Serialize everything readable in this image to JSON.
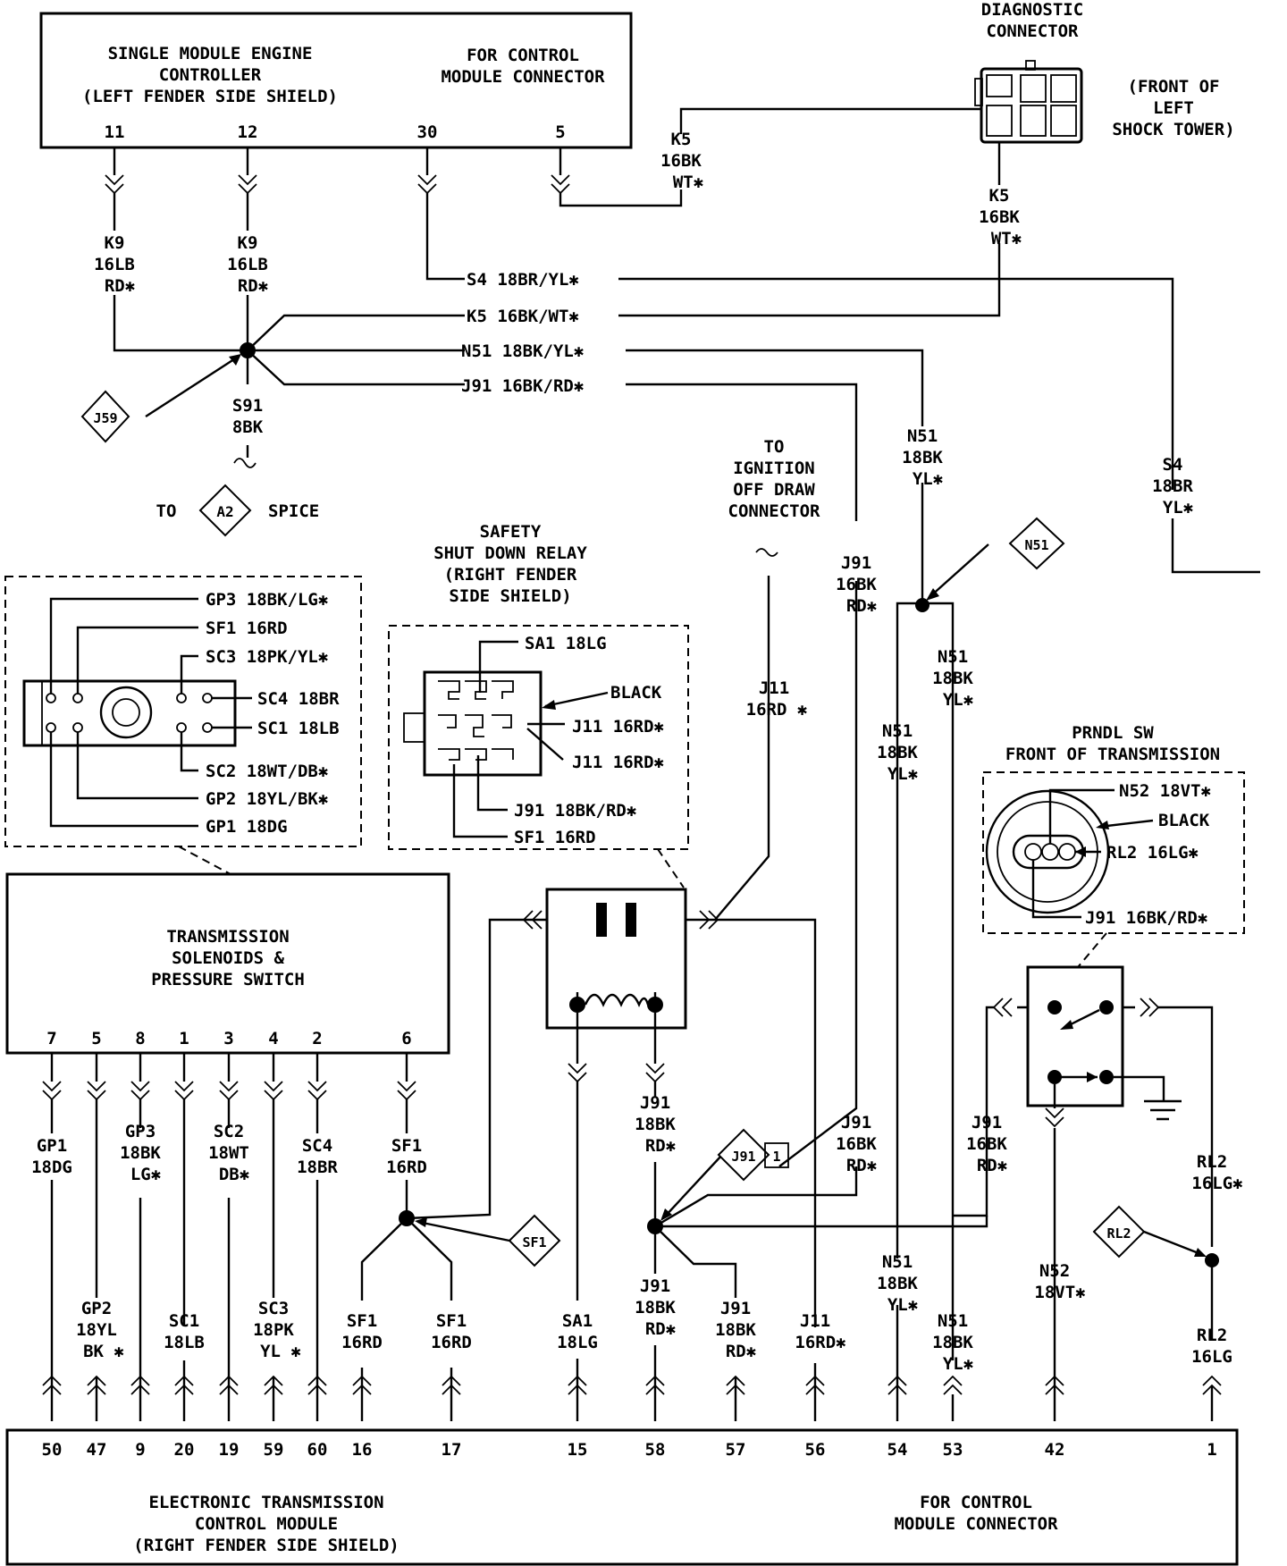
{
  "pcm": {
    "title": [
      "SINGLE MODULE ENGINE",
      "CONTROLLER",
      "(LEFT FENDER SIDE SHIELD)"
    ],
    "connector_label": [
      "FOR CONTROL",
      "MODULE CONNECTOR"
    ],
    "pins": [
      "11",
      "12",
      "30",
      "5"
    ]
  },
  "diag": {
    "title": [
      "DIAGNOSTIC",
      "CONNECTOR"
    ],
    "location": [
      "(FRONT OF",
      "LEFT",
      "SHOCK TOWER)"
    ]
  },
  "wires_top": {
    "k9_a": [
      "K9",
      "16LB",
      "RD✱"
    ],
    "k9_b": [
      "K9",
      "16LB",
      "RD✱"
    ],
    "k5_a": [
      "K5",
      "16BK",
      "WT✱"
    ],
    "k5_b": [
      "K5",
      "16BK",
      "WT✱"
    ],
    "s4_h": "S4  18BR/YL✱",
    "k5_h": "K5  16BK/WT✱",
    "n51_h": "N51  18BK/YL✱",
    "j91_h": "J91  16BK/RD✱",
    "s91": [
      "S91",
      "8BK"
    ],
    "j59": "J59",
    "to": "TO",
    "a2": "A2",
    "spice": "SPICE",
    "n51_v": [
      "N51",
      "18BK",
      "YL✱"
    ],
    "s4_v": [
      "S4",
      "18BR",
      "YL✱"
    ],
    "ign": [
      "TO",
      "IGNITION",
      "OFF DRAW",
      "CONNECTOR"
    ]
  },
  "sol_conn": {
    "pins": [
      "GP3  18BK/LG✱",
      "SF1  16RD",
      "SC3  18PK/YL✱",
      "SC4  18BR",
      "SC1  18LB",
      "SC2  18WT/DB✱",
      "GP2  18YL/BK✱",
      "GP1  18DG"
    ]
  },
  "asd": {
    "title": [
      "SAFETY",
      "SHUT DOWN RELAY",
      "(RIGHT FENDER",
      "SIDE SHIELD)"
    ],
    "pins": [
      "SA1  18LG",
      "BLACK",
      "J11  16RD✱",
      "J11  16RD✱",
      "J91  18BK/RD✱",
      "SF1  16RD"
    ]
  },
  "mid": {
    "j11_v": [
      "J11",
      "16RD ✱"
    ],
    "j91_v": [
      "J91",
      "16BK",
      "RD✱"
    ],
    "n51_tag": "N51",
    "n51_l": [
      "N51",
      "18BK",
      "YL✱"
    ],
    "n51_r": [
      "N51",
      "18BK",
      "YL✱"
    ]
  },
  "prndl": {
    "title": [
      "PRNDL SW",
      "FRONT OF TRANSMISSION"
    ],
    "pins": [
      "N52  18VT✱",
      "BLACK",
      "RL2  16LG✱",
      "J91  16BK/RD✱"
    ]
  },
  "solenoids": {
    "title": [
      "TRANSMISSION",
      "SOLENOIDS &",
      "PRESSURE SWITCH"
    ],
    "pins": [
      "7",
      "5",
      "8",
      "1",
      "3",
      "4",
      "2",
      "6"
    ]
  },
  "lower": {
    "gp1": [
      "GP1",
      "18DG"
    ],
    "gp3": [
      "GP3",
      "18BK",
      "LG✱"
    ],
    "sc2": [
      "SC2",
      "18WT",
      "DB✱"
    ],
    "sc4": [
      "SC4",
      "18BR"
    ],
    "sf1_top": [
      "SF1",
      "16RD"
    ],
    "gp2": [
      "GP2",
      "18YL",
      "BK ✱"
    ],
    "sc1": [
      "SC1",
      "18LB"
    ],
    "sc3": [
      "SC3",
      "18PK",
      "YL ✱"
    ],
    "sf1_a": [
      "SF1",
      "16RD"
    ],
    "sf1_b": [
      "SF1",
      "16RD"
    ],
    "sf1_tag": "SF1",
    "sa1": [
      "SA1",
      "18LG"
    ],
    "j91_relay": [
      "J91",
      "18BK",
      "RD✱"
    ],
    "j91_tag": "J91",
    "j91_tag_num": "1",
    "j91_mid": [
      "J91",
      "16BK",
      "RD✱"
    ],
    "j91_sw": [
      "J91",
      "16BK",
      "RD✱"
    ],
    "j91_58": [
      "J91",
      "18BK",
      "RD✱"
    ],
    "j91_57": [
      "J91",
      "18BK",
      "RD✱"
    ],
    "j11_56": [
      "J11",
      "16RD✱"
    ],
    "n51_54": [
      "N51",
      "18BK",
      "YL✱"
    ],
    "n51_53": [
      "N51",
      "18BK",
      "YL✱"
    ],
    "n52": [
      "N52",
      "18VT✱"
    ],
    "rl2_top": [
      "RL2",
      "16LG✱"
    ],
    "rl2_tag": "RL2",
    "rl2_bot": [
      "RL2",
      "16LG"
    ]
  },
  "etcm": {
    "pins": [
      "50",
      "47",
      "9",
      "20",
      "19",
      "59",
      "60",
      "16",
      "17",
      "15",
      "58",
      "57",
      "56",
      "54",
      "53",
      "42",
      "1"
    ],
    "title": [
      "ELECTRONIC TRANSMISSION",
      "CONTROL MODULE",
      "(RIGHT FENDER SIDE SHIELD)"
    ],
    "connector_label": [
      "FOR CONTROL",
      "MODULE CONNECTOR"
    ]
  }
}
